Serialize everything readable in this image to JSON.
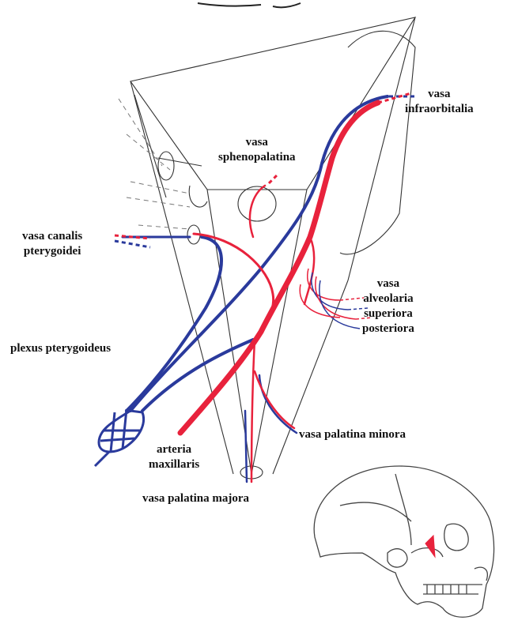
{
  "labels": {
    "vasa_infraorbitalia": [
      "vasa",
      "infraorbitalia"
    ],
    "vasa_sphenopalatina": [
      "vasa",
      "sphenopalatina"
    ],
    "vasa_canalis_pterygoidei": [
      "vasa canalis",
      "pterygoidei"
    ],
    "vasa_alveolaria_superiora_posteriora": [
      "vasa",
      "alveolaria",
      "superiora",
      "posteriora"
    ],
    "plexus_pterygoideus": "plexus pterygoideus",
    "vasa_palatina_minora": "vasa palatina minora",
    "arteria_maxillaris": [
      "arteria",
      "maxillaris"
    ],
    "vasa_palatina_majora": "vasa palatina majora"
  },
  "colors": {
    "vein": "#2a3a9c",
    "artery": "#e8223c",
    "outline": "#333333",
    "dashed": "#777777"
  }
}
